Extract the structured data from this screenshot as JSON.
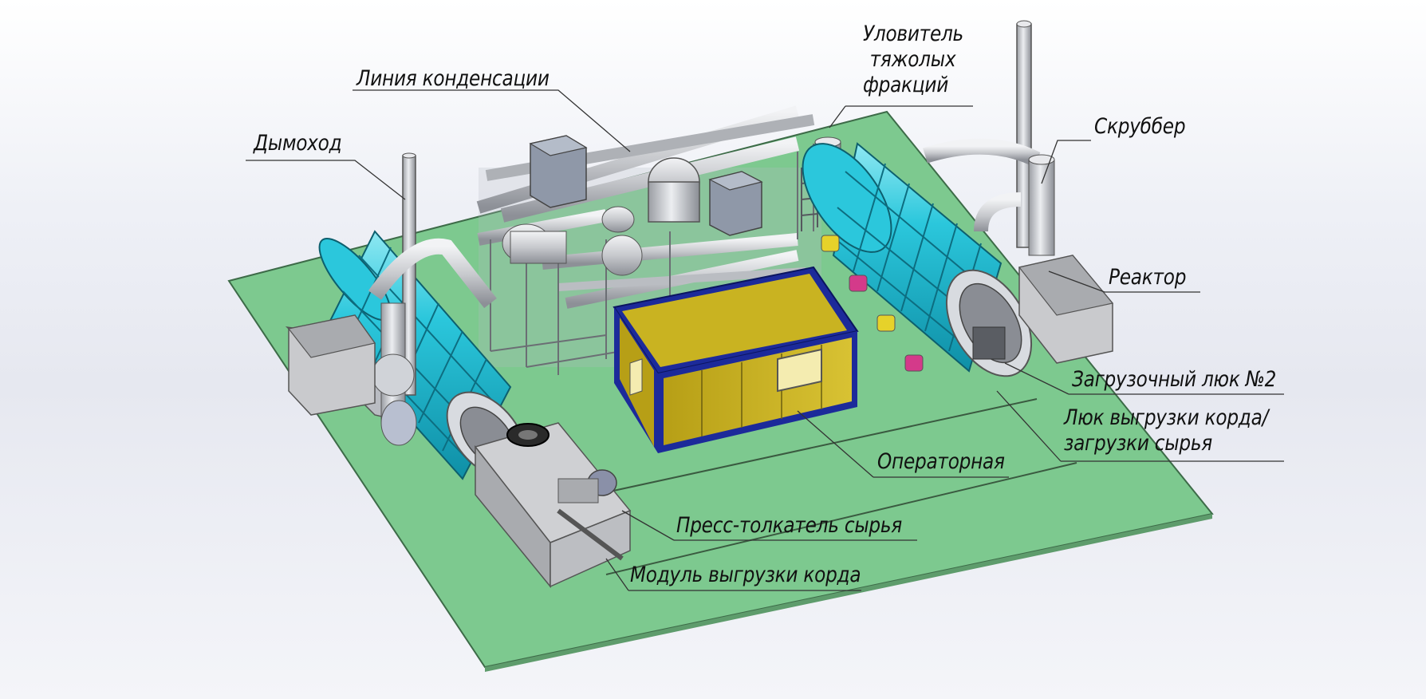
{
  "labels": {
    "chimney": "Дымоход",
    "condensation_line": "Линия конденсации",
    "heavy_fraction_trap": [
      "Уловитель",
      "тяжолых",
      "фракций"
    ],
    "scrubber": "Скруббер",
    "reactor": "Реактор",
    "loading_hatch": "Загрузочный люк №2",
    "cord_unload_hatch": [
      "Люк выгрузки корда/",
      "загрузки сырья"
    ],
    "operator_room": "Операторная",
    "feed_press": "Пресс-толкатель сырья",
    "cord_unload_module": "Модуль выгрузки корда"
  },
  "colors": {
    "platform": "#7dc98f",
    "reactor": "#2bc7dc",
    "cabin": "#c9b321",
    "cabin_frame": "#1c2a9a",
    "steel": "#c9cacd",
    "tank": "#8f98a8",
    "burner_yellow": "#e6d22a",
    "burner_pink": "#d43a8a"
  }
}
